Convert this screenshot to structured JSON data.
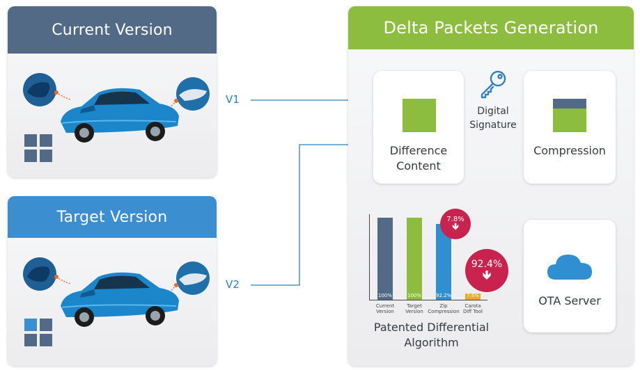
{
  "panels": {
    "current": {
      "title": "Current Version"
    },
    "target": {
      "title": "Target Version"
    },
    "delta": {
      "title": "Delta Packets Generation"
    }
  },
  "flow": {
    "v1_label": "V1",
    "v2_label": "V2"
  },
  "cards": {
    "difference": {
      "line1": "Difference",
      "line2": "Content"
    },
    "compression": {
      "label": "Compression"
    },
    "ota": {
      "label": "OTA Server"
    }
  },
  "signature": {
    "line1": "Digital",
    "line2": "Signature"
  },
  "algorithm": {
    "line1": "Patented Differential",
    "line2": "Algorithm"
  },
  "chart_data": {
    "type": "bar",
    "categories": [
      "Current Version",
      "Target Version",
      "Zip Compression",
      "Carota Diff Tool"
    ],
    "category_lines": [
      [
        "Current",
        "Version"
      ],
      [
        "Target",
        "Version"
      ],
      [
        "Zip",
        "Compression"
      ],
      [
        "Carota",
        "Diff Tool"
      ]
    ],
    "values": [
      100,
      100,
      92.2,
      7.6
    ],
    "value_labels": [
      "100%",
      "100%",
      "92.2%",
      "7.6%"
    ],
    "bar_colors": [
      "#536a86",
      "#8cbd3e",
      "#2f8fd0",
      "#f4a62a"
    ],
    "ylim": [
      0,
      100
    ],
    "annotations": [
      {
        "text": "7.8%",
        "target": "Zip Compression"
      },
      {
        "text": "92.4%",
        "target": "Carota Diff Tool"
      }
    ]
  },
  "colors": {
    "slate": "#536a86",
    "blue": "#3b8ed0",
    "green": "#8cbd3e",
    "arrow": "#2f7fc1",
    "badge": "#c8234f",
    "orange": "#f4a62a"
  }
}
